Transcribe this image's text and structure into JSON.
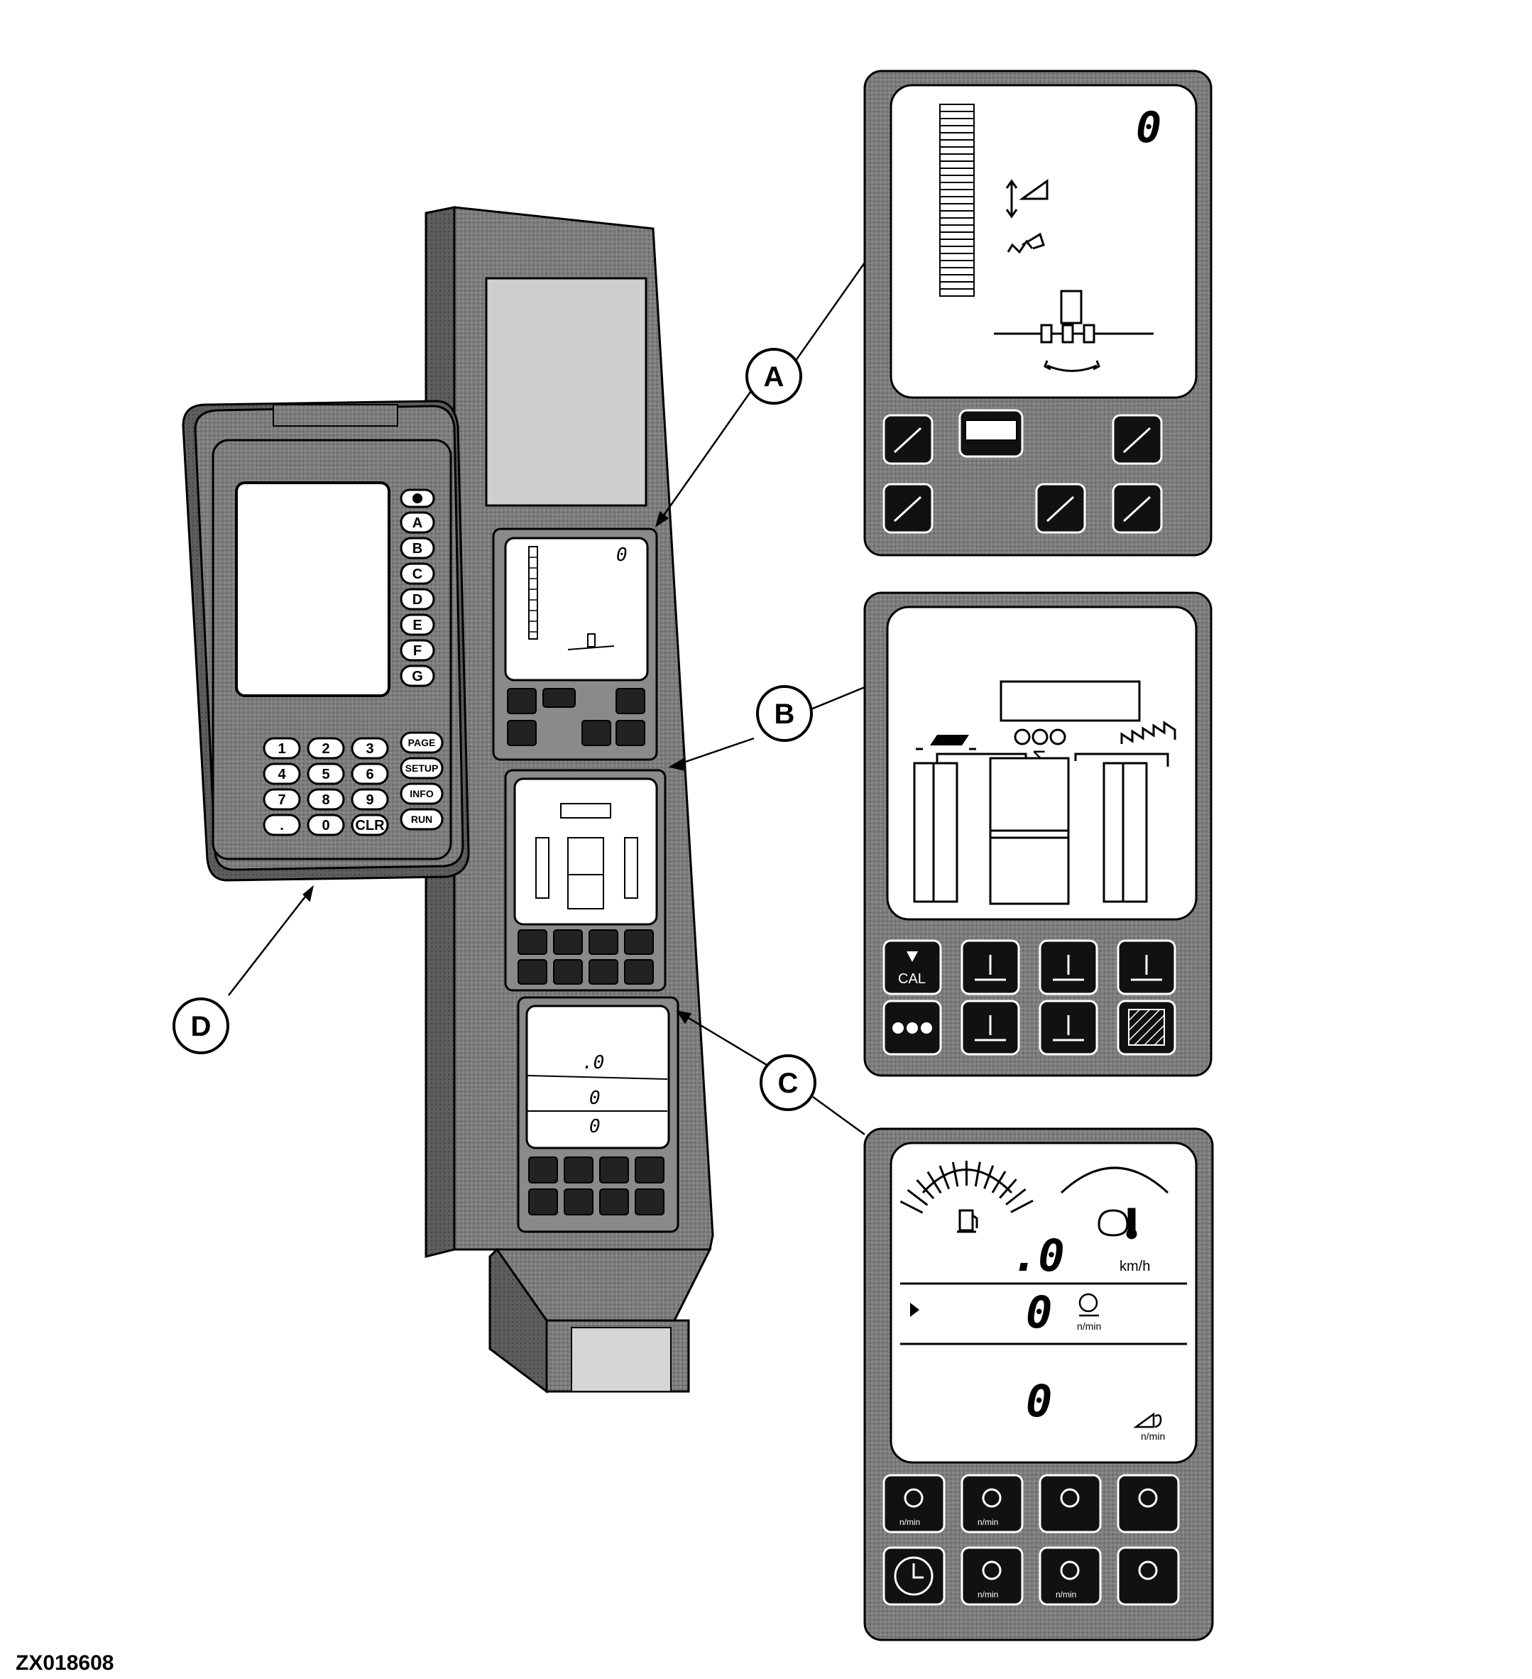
{
  "callouts": [
    "A",
    "B",
    "C",
    "D"
  ],
  "figure_id": "ZX018608",
  "display_a": {
    "readout": "0"
  },
  "display_b": {
    "sigma": "Σ",
    "buttons": [
      "CAL"
    ]
  },
  "display_c": {
    "speed": ".0",
    "speed_unit": "km/h",
    "engine": "0",
    "engine_unit": "n/min",
    "pto": "0",
    "pto_unit": "n/min",
    "button_units": [
      "n/min",
      "n/min",
      "n/min",
      "n/min"
    ]
  },
  "keypad_d": {
    "side_keys": [
      "A",
      "B",
      "C",
      "D",
      "E",
      "F",
      "G"
    ],
    "num_keys": [
      "1",
      "2",
      "3",
      "4",
      "5",
      "6",
      "7",
      "8",
      "9",
      ".",
      "0",
      "CLR"
    ],
    "func_keys": [
      "PAGE",
      "SETUP",
      "INFO",
      "RUN"
    ]
  }
}
